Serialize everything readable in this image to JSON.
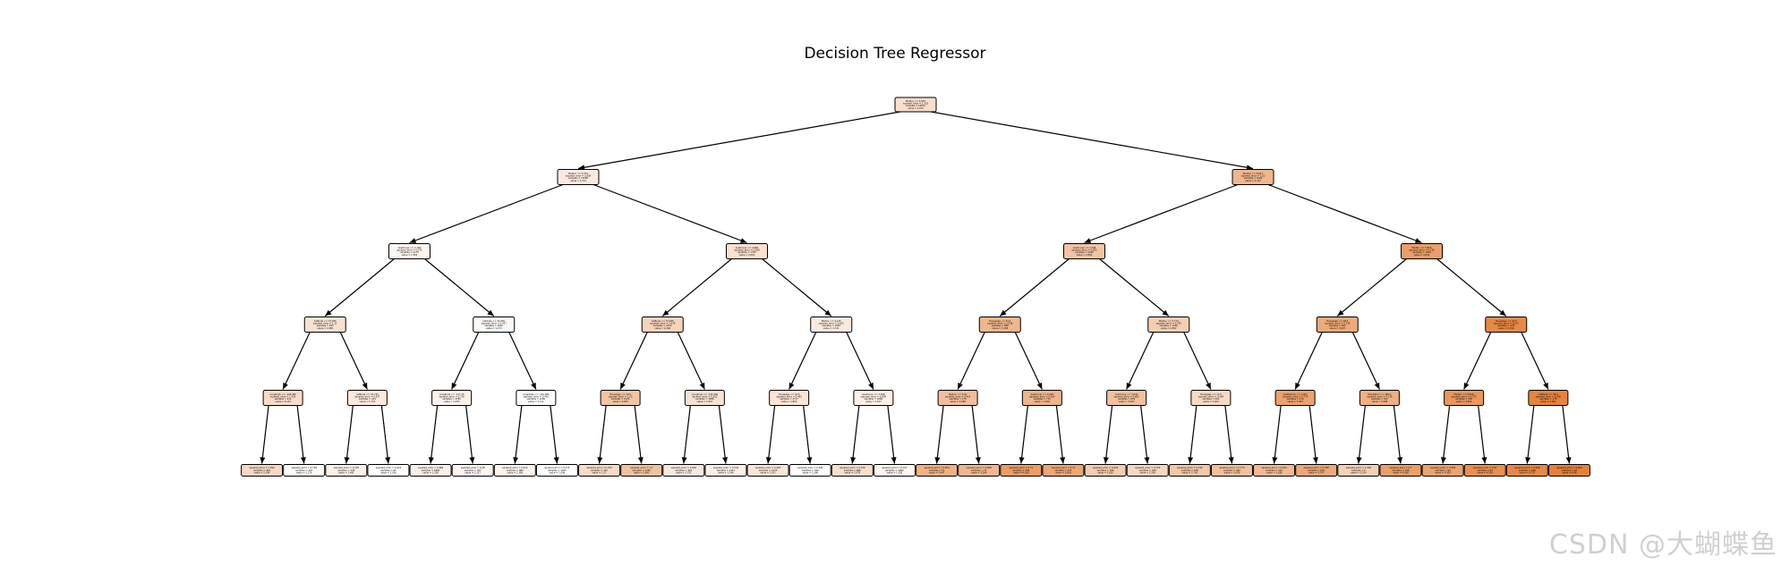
{
  "title": "Decision Tree Regressor",
  "watermark": "CSDN @大蝴蝶鱼",
  "colors": {
    "low": "#ffffff",
    "high": "#e5813a",
    "edge": "#000000"
  },
  "tree": {
    "nodes": [
      {
        "id": 0,
        "lines": [
          "MedInc <= 5.035",
          "squared_error = 1.332",
          "samples = 16512",
          "value = 2.072"
        ],
        "value": 2.072
      },
      {
        "id": 1,
        "lines": [
          "MedInc <= 3.074",
          "squared_error = 0.838",
          "samples = 13068",
          "value = 1.744"
        ],
        "value": 1.744
      },
      {
        "id": 2,
        "lines": [
          "MedInc <= 6.817",
          "squared_error = 1.22",
          "samples = 3444",
          "value = 3.317"
        ],
        "value": 3.317
      },
      {
        "id": 3,
        "lines": [
          "AveOccup <= 2.156",
          "squared_error = 0.575",
          "samples = 5275",
          "value = 1.362"
        ],
        "value": 1.362
      },
      {
        "id": 4,
        "lines": [
          "AveOccup <= 2.665",
          "squared_error = 0.838",
          "samples = 7793",
          "value = 2.003"
        ],
        "value": 2.003
      },
      {
        "id": 5,
        "lines": [
          "AveOccup <= 2.348",
          "squared_error = 0.955",
          "samples = 2188",
          "value = 2.892"
        ],
        "value": 2.892
      },
      {
        "id": 6,
        "lines": [
          "MedInc <= 7.815",
          "squared_error = 0.726",
          "samples = 1256",
          "value = 4.059"
        ],
        "value": 4.059
      },
      {
        "id": 7,
        "lines": [
          "Latitude <= 37.935",
          "squared_error = 1.11",
          "samples = 655",
          "value = 1.985"
        ],
        "value": 1.985
      },
      {
        "id": 8,
        "lines": [
          "Latitude <= 34.455",
          "squared_error = 0.427",
          "samples = 4620",
          "value = 1.273"
        ],
        "value": 1.273
      },
      {
        "id": 9,
        "lines": [
          "Latitude <= 37.935",
          "squared_error = 1.078",
          "samples = 3210",
          "value = 2.406"
        ],
        "value": 2.406
      },
      {
        "id": 10,
        "lines": [
          "MedInc <= 4.125",
          "squared_error = 0.631",
          "samples = 4583",
          "value = 1.721"
        ],
        "value": 1.721
      },
      {
        "id": 11,
        "lines": [
          "HouseAge <= 31.5",
          "squared_error = 1.058",
          "samples = 888",
          "value = 3.338"
        ],
        "value": 3.338
      },
      {
        "id": 12,
        "lines": [
          "MedInc <= 5.774",
          "squared_error = 0.745",
          "samples = 1300",
          "value = 2.587"
        ],
        "value": 2.587
      },
      {
        "id": 13,
        "lines": [
          "HouseAge <= 28.5",
          "squared_error = 0.759",
          "samples = 822",
          "value = 3.697"
        ],
        "value": 3.697
      },
      {
        "id": 14,
        "lines": [
          "HouseAge <= 32.5",
          "squared_error = 0.617",
          "samples = 434",
          "value = 4.744"
        ],
        "value": 4.744
      },
      {
        "id": 15,
        "lines": [
          "Longitude <= -118.265",
          "squared_error = 1.335",
          "samples = 411",
          "value = 2.131"
        ],
        "value": 2.131
      },
      {
        "id": 16,
        "lines": [
          "Latitude <= 34.715",
          "squared_error = 0.677",
          "samples = 244",
          "value = 1.741"
        ],
        "value": 1.741
      },
      {
        "id": 17,
        "lines": [
          "Longitude <= -117.75",
          "squared_error = 0.378",
          "samples = 2330",
          "value = 1.433"
        ],
        "value": 1.433
      },
      {
        "id": 18,
        "lines": [
          "Longitude <= -121.935",
          "squared_error = 0.452",
          "samples = 2290",
          "value = 1.111"
        ],
        "value": 1.111
      },
      {
        "id": 19,
        "lines": [
          "HouseAge <= 19.5",
          "squared_error = 1.03",
          "samples = 1524",
          "value = 2.893"
        ],
        "value": 2.893
      },
      {
        "id": 20,
        "lines": [
          "Longitude <= -122.305",
          "squared_error = 0.812",
          "samples = 1686",
          "value = 1.957"
        ],
        "value": 1.957
      },
      {
        "id": 21,
        "lines": [
          "HouseAge <= 41.5",
          "squared_error = 0.493",
          "samples = 2717",
          "value = 1.863"
        ],
        "value": 1.863
      },
      {
        "id": 22,
        "lines": [
          "AveOccup <= 3.568",
          "squared_error = 0.809",
          "samples = 1866",
          "value = 1.517"
        ],
        "value": 1.517
      },
      {
        "id": 23,
        "lines": [
          "MedInc <= 5.91",
          "squared_error = 0.919",
          "samples = 176",
          "value = 3.068"
        ],
        "value": 3.068
      },
      {
        "id": 24,
        "lines": [
          "AveOccup <= 2.026",
          "squared_error = 0.814",
          "samples = 712",
          "value = 3.402"
        ],
        "value": 3.402
      },
      {
        "id": 25,
        "lines": [
          "AveOccup <= 3.034",
          "squared_error = 0.802",
          "samples = 639",
          "value = 3.003"
        ],
        "value": 3.003
      },
      {
        "id": 26,
        "lines": [
          "HouseAge <= 17.5",
          "squared_error = 0.564",
          "samples = 661",
          "value = 2.204"
        ],
        "value": 2.204
      },
      {
        "id": 27,
        "lines": [
          "AveBedrms <= 1.057",
          "squared_error = 0.779",
          "samples = 210",
          "value = 3.957"
        ],
        "value": 3.957
      },
      {
        "id": 28,
        "lines": [
          "Population <= 365.5",
          "squared_error = 0.728",
          "samples = 612",
          "value = 3.498"
        ],
        "value": 3.498
      },
      {
        "id": 29,
        "lines": [
          "MedInc <= 8.816",
          "squared_error = 0.727",
          "samples = 256",
          "value = 4.302"
        ],
        "value": 4.302
      },
      {
        "id": 30,
        "lines": [
          "Latitude <= 38.4",
          "squared_error = 0.436",
          "samples = 178",
          "value = 4.901"
        ],
        "value": 4.901
      },
      {
        "id": 31,
        "lines": [
          "squared_error = 1.394",
          "samples = 344",
          "value = 2.294"
        ],
        "value": 2.294
      },
      {
        "id": 32,
        "lines": [
          "squared_error = 0.718",
          "samples = 270",
          "value = 1.179"
        ],
        "value": 1.179
      },
      {
        "id": 33,
        "lines": [
          "squared_error = 0.478",
          "samples = 138",
          "value = 1.481"
        ],
        "value": 1.481
      },
      {
        "id": 34,
        "lines": [
          "squared_error = 0.433",
          "samples = 61",
          "value = 1.106"
        ],
        "value": 1.106
      },
      {
        "id": 35,
        "lines": [
          "squared_error = 0.366",
          "samples = 1883",
          "value = 1.538"
        ],
        "value": 1.538
      },
      {
        "id": 36,
        "lines": [
          "squared_error = 0.28",
          "samples = 767",
          "value = 1.317"
        ],
        "value": 1.317
      },
      {
        "id": 37,
        "lines": [
          "squared_error = 0.513",
          "samples = 884",
          "value = 1.389"
        ],
        "value": 1.389
      },
      {
        "id": 38,
        "lines": [
          "squared_error = 0.471",
          "samples = 1163",
          "value = 1.046"
        ],
        "value": 1.046
      },
      {
        "id": 39,
        "lines": [
          "squared_error = 0.793",
          "samples = 167",
          "value = 2.17"
        ],
        "value": 2.17
      },
      {
        "id": 40,
        "lines": [
          "squared_error = 1.1",
          "samples = 1355",
          "value = 2.982"
        ],
        "value": 2.982
      },
      {
        "id": 41,
        "lines": [
          "squared_error = 0.628",
          "samples = 302",
          "value = 1.751"
        ],
        "value": 1.751
      },
      {
        "id": 42,
        "lines": [
          "squared_error = 0.234",
          "samples = 1311",
          "value = 1.546"
        ],
        "value": 1.546
      },
      {
        "id": 43,
        "lines": [
          "squared_error = 0.387",
          "samples = 2373",
          "value = 1.817"
        ],
        "value": 1.817
      },
      {
        "id": 44,
        "lines": [
          "squared_error = 0.395",
          "samples = 344",
          "value = 1.098"
        ],
        "value": 1.098
      },
      {
        "id": 45,
        "lines": [
          "squared_error = 0.706",
          "samples = 866",
          "value = 2.078"
        ],
        "value": 2.078
      },
      {
        "id": 46,
        "lines": [
          "squared_error = 0.707",
          "samples = 1000",
          "value = 1.326"
        ],
        "value": 1.326
      },
      {
        "id": 47,
        "lines": [
          "squared_error = 0.854",
          "samples = 57",
          "value = 3.497"
        ],
        "value": 3.497
      },
      {
        "id": 48,
        "lines": [
          "squared_error = 0.869",
          "samples = 75",
          "value = 3.294"
        ],
        "value": 3.294
      },
      {
        "id": 49,
        "lines": [
          "squared_error = 0.71",
          "samples = 439",
          "value = 4.108"
        ],
        "value": 4.108
      },
      {
        "id": 50,
        "lines": [
          "squared_error = 0.71",
          "samples = 375",
          "value = 3.819"
        ],
        "value": 3.819
      },
      {
        "id": 51,
        "lines": [
          "squared_error = 0.629",
          "samples = 288",
          "value = 2.625"
        ],
        "value": 2.625
      },
      {
        "id": 52,
        "lines": [
          "squared_error = 0.753",
          "samples = 348",
          "value = 2.283"
        ],
        "value": 2.283
      },
      {
        "id": 53,
        "lines": [
          "squared_error = 0.742",
          "samples = 538",
          "value = 2.793"
        ],
        "value": 2.793
      },
      {
        "id": 54,
        "lines": [
          "squared_error = 0.773",
          "samples = 464",
          "value = 3.028"
        ],
        "value": 3.028
      },
      {
        "id": 55,
        "lines": [
          "squared_error = 0.494",
          "samples = 102",
          "value = 3.186"
        ],
        "value": 3.186
      },
      {
        "id": 56,
        "lines": [
          "squared_error = 0.768",
          "samples = 651",
          "value = 3.747"
        ],
        "value": 3.747
      },
      {
        "id": 57,
        "lines": [
          "squared_error = 1.418",
          "samples = 8",
          "value = 2.524"
        ],
        "value": 2.524
      },
      {
        "id": 58,
        "lines": [
          "squared_error = 0.7",
          "samples = 136",
          "value = 4.058"
        ],
        "value": 4.058
      },
      {
        "id": 59,
        "lines": [
          "squared_error = 0.455",
          "samples = 94",
          "value = 3.929"
        ],
        "value": 3.929
      },
      {
        "id": 60,
        "lines": [
          "squared_error = 0.67",
          "samples = 62",
          "value = 4.519"
        ],
        "value": 4.519
      },
      {
        "id": 61,
        "lines": [
          "squared_error = 0.498",
          "samples = 198",
          "value = 4.737"
        ],
        "value": 4.737
      },
      {
        "id": 62,
        "lines": [
          "squared_error = 0.602",
          "samples = 26",
          "value = 4.98"
        ],
        "value": 4.98
      }
    ]
  }
}
